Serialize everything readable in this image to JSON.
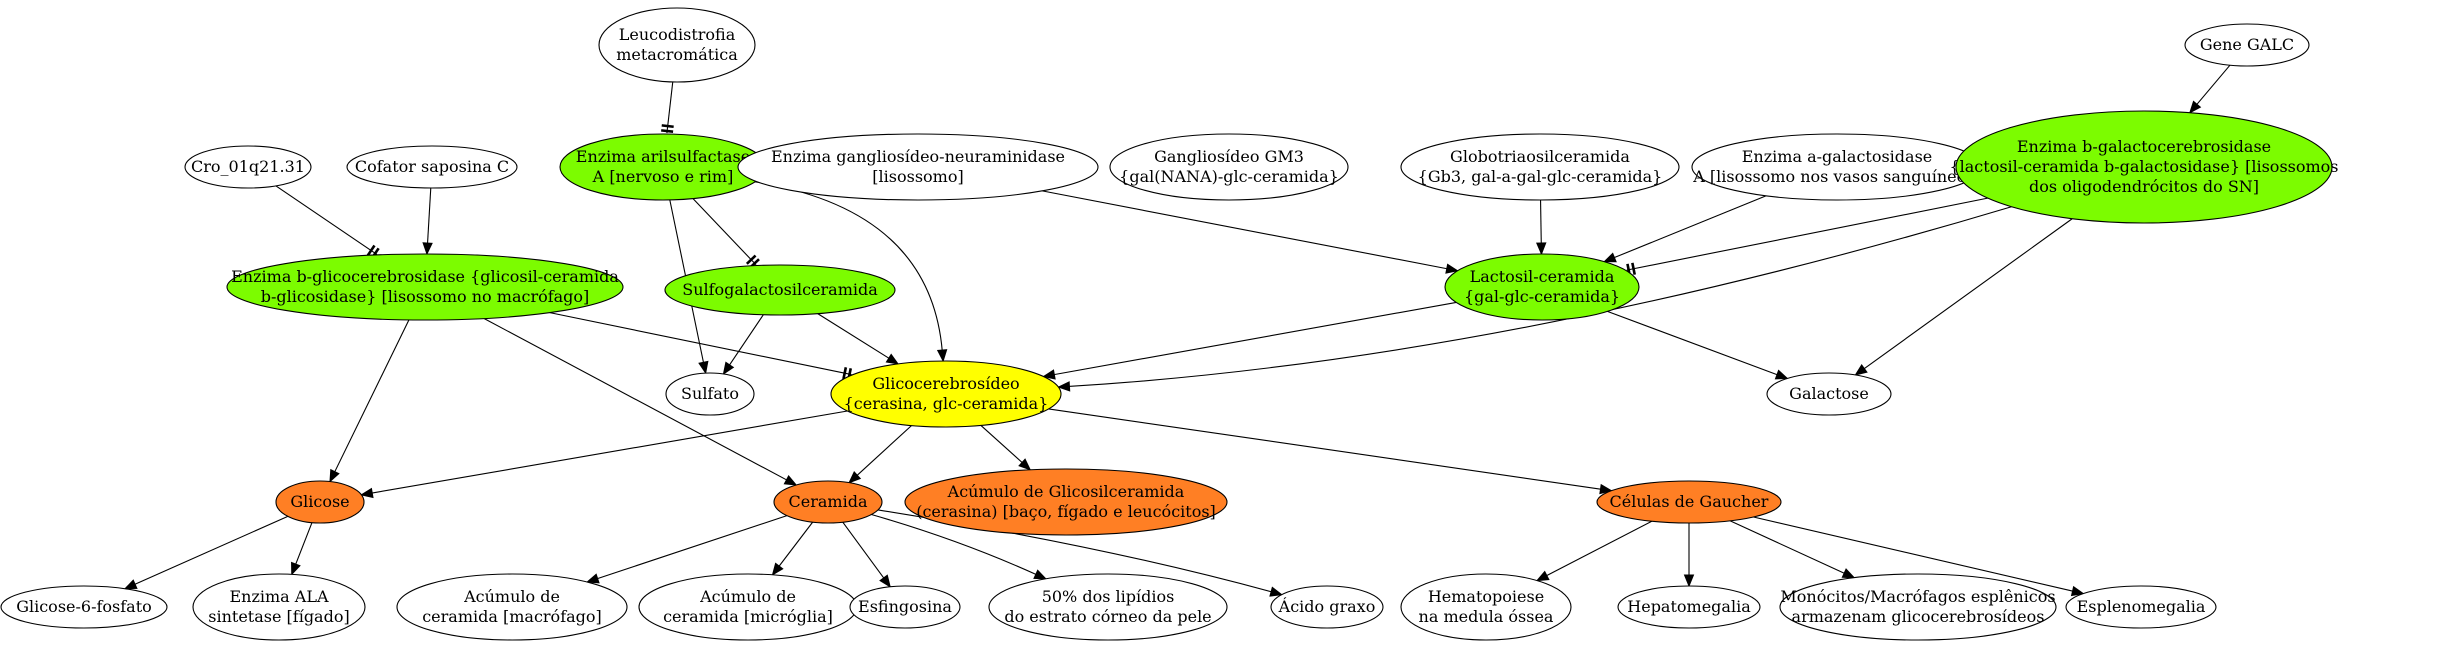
{
  "colors": {
    "white": "#ffffff",
    "green": "#7cfc00",
    "yellow": "#ffff00",
    "orange": "#ff7f24",
    "stroke": "#000000"
  },
  "nodes": [
    {
      "id": "leucodistrofia",
      "fill": "white",
      "lines": [
        "Leucodistrofia",
        "metacromática"
      ]
    },
    {
      "id": "gene-galc",
      "fill": "white",
      "lines": [
        "Gene GALC"
      ]
    },
    {
      "id": "cro",
      "fill": "white",
      "lines": [
        "Cro_01q21.31"
      ]
    },
    {
      "id": "cofator",
      "fill": "white",
      "lines": [
        "Cofator saposina C"
      ]
    },
    {
      "id": "arilsulfatase",
      "fill": "green",
      "lines": [
        "Enzima arilsulfactase",
        "A [nervoso e rim]"
      ]
    },
    {
      "id": "neuraminidase",
      "fill": "white",
      "lines": [
        "Enzima gangliosídeo-neuraminidase",
        "[lisossomo]"
      ]
    },
    {
      "id": "gm3",
      "fill": "white",
      "lines": [
        "Gangliosídeo GM3",
        "{gal(NANA)-glc-ceramida}"
      ]
    },
    {
      "id": "globotriao",
      "fill": "white",
      "lines": [
        "Globotriaosilceramida",
        "{Gb3, gal-a-gal-glc-ceramida}"
      ]
    },
    {
      "id": "a-galactosidase",
      "fill": "white",
      "lines": [
        "Enzima a-galactosidase",
        "A [lisossomo nos vasos sanguíneos]"
      ]
    },
    {
      "id": "b-galactocerebrosidase",
      "fill": "green",
      "lines": [
        "Enzima b-galactocerebrosidase",
        "{lactosil-ceramida b-galactosidase} [lisossomos",
        "dos oligodendrócitos do SN]"
      ]
    },
    {
      "id": "b-glicocerebrosidase",
      "fill": "green",
      "lines": [
        "Enzima b-glicocerebrosidase {glicosil-ceramida",
        "b-glicosidase} [lisossomo no macrófago]"
      ]
    },
    {
      "id": "sulfogalacto",
      "fill": "green",
      "lines": [
        "Sulfogalactosilceramida"
      ]
    },
    {
      "id": "lactosil",
      "fill": "green",
      "lines": [
        "Lactosil-ceramida",
        "{gal-glc-ceramida}"
      ]
    },
    {
      "id": "sulfato",
      "fill": "white",
      "lines": [
        "Sulfato"
      ]
    },
    {
      "id": "glicocerebrosideo",
      "fill": "yellow",
      "lines": [
        "Glicocerebrosídeo",
        "{cerasina, glc-ceramida}"
      ]
    },
    {
      "id": "galactose",
      "fill": "white",
      "lines": [
        "Galactose"
      ]
    },
    {
      "id": "glicose",
      "fill": "orange",
      "lines": [
        "Glicose"
      ]
    },
    {
      "id": "ceramida",
      "fill": "orange",
      "lines": [
        "Ceramida"
      ]
    },
    {
      "id": "acumulo-glicosil",
      "fill": "orange",
      "lines": [
        "Acúmulo de Glicosilceramida",
        "(cerasina) [baço, fígado e leucócitos]"
      ]
    },
    {
      "id": "gaucher",
      "fill": "orange",
      "lines": [
        "Células de Gaucher"
      ]
    },
    {
      "id": "glicose-6",
      "fill": "white",
      "lines": [
        "Glicose-6-fosfato"
      ]
    },
    {
      "id": "ala",
      "fill": "white",
      "lines": [
        "Enzima ALA",
        "sintetase [fígado]"
      ]
    },
    {
      "id": "acumulo-macrofago",
      "fill": "white",
      "lines": [
        "Acúmulo de",
        "ceramida [macrófago]"
      ]
    },
    {
      "id": "acumulo-microglia",
      "fill": "white",
      "lines": [
        "Acúmulo de",
        "ceramida [micróglia]"
      ]
    },
    {
      "id": "esfingosina",
      "fill": "white",
      "lines": [
        "Esfingosina"
      ]
    },
    {
      "id": "lipidios",
      "fill": "white",
      "lines": [
        "50% dos lipídios",
        "do estrato córneo da pele"
      ]
    },
    {
      "id": "acido-graxo",
      "fill": "white",
      "lines": [
        "Ácido graxo"
      ]
    },
    {
      "id": "hematopoiese",
      "fill": "white",
      "lines": [
        "Hematopoiese",
        "na medula óssea"
      ]
    },
    {
      "id": "hepatomegalia",
      "fill": "white",
      "lines": [
        "Hepatomegalia"
      ]
    },
    {
      "id": "monocitos",
      "fill": "white",
      "lines": [
        "Monócitos/Macrófagos esplênicos",
        "armazenam glicocerebrosídeos"
      ]
    },
    {
      "id": "esplenomegalia",
      "fill": "white",
      "lines": [
        "Esplenomegalia"
      ]
    }
  ],
  "edges": [
    {
      "from": "leucodistrofia",
      "to": "arilsulfatase",
      "type": "inhibit"
    },
    {
      "from": "cro",
      "to": "b-glicocerebrosidase",
      "type": "inhibit"
    },
    {
      "from": "cofator",
      "to": "b-glicocerebrosidase",
      "type": "arrow"
    },
    {
      "from": "arilsulfatase",
      "to": "sulfogalacto",
      "type": "inhibit"
    },
    {
      "from": "arilsulfatase",
      "to": "sulfato",
      "type": "arrow"
    },
    {
      "from": "arilsulfatase",
      "to": "glicocerebrosideo",
      "type": "arrow"
    },
    {
      "from": "gene-galc",
      "to": "b-galactocerebrosidase",
      "type": "arrow"
    },
    {
      "from": "neuraminidase",
      "to": "lactosil",
      "type": "arrow"
    },
    {
      "from": "globotriao",
      "to": "lactosil",
      "type": "arrow"
    },
    {
      "from": "a-galactosidase",
      "to": "lactosil",
      "type": "arrow"
    },
    {
      "from": "b-galactocerebrosidase",
      "to": "lactosil",
      "type": "inhibit"
    },
    {
      "from": "b-galactocerebrosidase",
      "to": "glicocerebrosideo",
      "type": "arrow"
    },
    {
      "from": "b-galactocerebrosidase",
      "to": "galactose",
      "type": "arrow"
    },
    {
      "from": "b-glicocerebrosidase",
      "to": "glicocerebrosideo",
      "type": "inhibit"
    },
    {
      "from": "b-glicocerebrosidase",
      "to": "glicose",
      "type": "arrow"
    },
    {
      "from": "b-glicocerebrosidase",
      "to": "ceramida",
      "type": "arrow"
    },
    {
      "from": "sulfogalacto",
      "to": "sulfato",
      "type": "arrow"
    },
    {
      "from": "sulfogalacto",
      "to": "glicocerebrosideo",
      "type": "arrow"
    },
    {
      "from": "lactosil",
      "to": "glicocerebrosideo",
      "type": "arrow"
    },
    {
      "from": "lactosil",
      "to": "galactose",
      "type": "arrow"
    },
    {
      "from": "glicocerebrosideo",
      "to": "glicose",
      "type": "arrow"
    },
    {
      "from": "glicocerebrosideo",
      "to": "ceramida",
      "type": "arrow"
    },
    {
      "from": "glicocerebrosideo",
      "to": "acumulo-glicosil",
      "type": "arrow"
    },
    {
      "from": "glicocerebrosideo",
      "to": "gaucher",
      "type": "arrow"
    },
    {
      "from": "glicose",
      "to": "glicose-6",
      "type": "arrow"
    },
    {
      "from": "glicose",
      "to": "ala",
      "type": "arrow"
    },
    {
      "from": "ceramida",
      "to": "acumulo-macrofago",
      "type": "arrow"
    },
    {
      "from": "ceramida",
      "to": "acumulo-microglia",
      "type": "arrow"
    },
    {
      "from": "ceramida",
      "to": "esfingosina",
      "type": "arrow"
    },
    {
      "from": "ceramida",
      "to": "lipidios",
      "type": "arrow"
    },
    {
      "from": "ceramida",
      "to": "acido-graxo",
      "type": "arrow"
    },
    {
      "from": "gaucher",
      "to": "hematopoiese",
      "type": "arrow"
    },
    {
      "from": "gaucher",
      "to": "hepatomegalia",
      "type": "arrow"
    },
    {
      "from": "gaucher",
      "to": "monocitos",
      "type": "arrow"
    },
    {
      "from": "gaucher",
      "to": "esplenomegalia",
      "type": "arrow"
    }
  ]
}
